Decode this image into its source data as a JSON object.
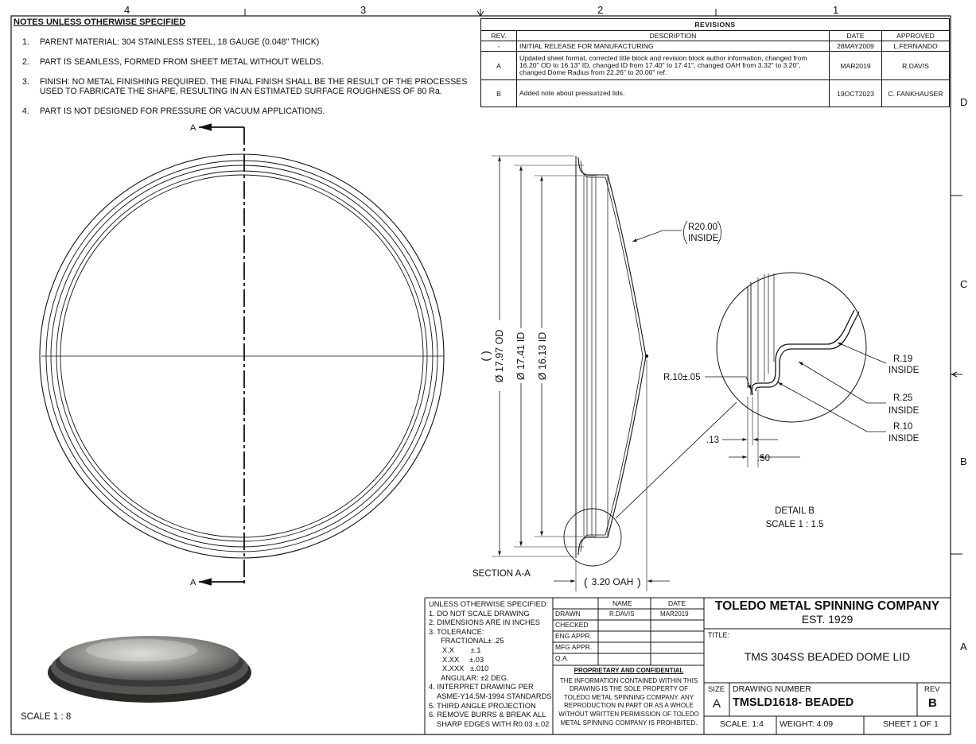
{
  "zones": {
    "top": [
      "4",
      "3",
      "2",
      "1"
    ],
    "right": [
      "D",
      "C",
      "B",
      "A"
    ]
  },
  "notes": {
    "title": "NOTES UNLESS OTHERWISE SPECIFIED",
    "items": [
      {
        "num": "1.",
        "text": "PARENT MATERIAL: 304 STAINLESS STEEL, 18 GAUGE (0.048\" THICK)"
      },
      {
        "num": "2.",
        "text": "PART IS SEAMLESS, FORMED FROM SHEET METAL WITHOUT WELDS."
      },
      {
        "num": "3.",
        "text": "FINISH: NO METAL FINISHING REQUIRED.  THE FINAL FINISH SHALL BE THE RESULT OF THE PROCESSES USED TO FABRICATE THE SHAPE, RESULTING IN AN ESTIMATED SURFACE ROUGHNESS OF 80 Ra."
      },
      {
        "num": "4.",
        "text": "PART IS NOT DESIGNED FOR PRESSURE OR VACUUM APPLICATIONS."
      }
    ]
  },
  "revisions": {
    "title": "REVISIONS",
    "headers": [
      "REV.",
      "DESCRIPTION",
      "DATE",
      "APPROVED"
    ],
    "rows": [
      {
        "rev": "-",
        "desc": "INITIAL RELEASE FOR MANUFACTURING",
        "date": "28MAY2009",
        "approved": "L.FERNANDO"
      },
      {
        "rev": "A",
        "desc": "Updated sheet format, corrected title block and revision block author information, changed from 16.20\" OD to 16.13\" ID, changed ID from 17.40\" to 17.41\", changed OAH from 3.32\" to 3.20\", changed Dome Radius from 22.26\" to 20.00\" ref.",
        "date": "MAR2019",
        "approved": "R.DAVIS"
      },
      {
        "rev": "B",
        "desc": "Added note about pressurized lids.",
        "date": "19OCT2023",
        "approved": "C. FANKHAUSER"
      }
    ]
  },
  "views": {
    "section_marker": "A",
    "section_label": "SECTION A-A",
    "front_scale": "SCALE 1 : 8",
    "dims": {
      "od": "Ø 17.97 OD",
      "id1": "Ø 17.41 ID",
      "id2": "Ø 16.13 ID",
      "radius": "R20.00",
      "radius_sub": "INSIDE",
      "oah": "3.20 OAH"
    },
    "detail": {
      "r19": "R.19",
      "r25": "R.25",
      "r10": "R.10",
      "inside": "INSIDE",
      "r10tol": "R.10±.05",
      "d13": ".13",
      "d50": ".50",
      "title": "DETAIL B",
      "scale": "SCALE 1 : 1.5"
    }
  },
  "tolerances": [
    "UNLESS OTHERWISE SPECIFIED:",
    "1. DO NOT SCALE DRAWING",
    "2. DIMENSIONS ARE IN INCHES",
    "3. TOLERANCE:",
    "FRACTIONAL± .25",
    "X.X        ±.1",
    "X.XX     ±.03",
    "X.XXX   ±.010",
    "ANGULAR: ±2 DEG.",
    "4. INTERPRET DRAWING PER",
    "ASME-Y14.5M-1994 STANDARDS",
    "5. THIRD ANGLE PROJECTION",
    "6. REMOVE BURRS & BREAK ALL",
    "SHARP EDGES WITH R0.03 ±.02"
  ],
  "approvals": {
    "headers": [
      "",
      "NAME",
      "DATE"
    ],
    "rows": [
      [
        "DRAWN",
        "R.DAVIS",
        "MAR2019"
      ],
      [
        "CHECKED",
        "",
        ""
      ],
      [
        "ENG APPR.",
        "",
        ""
      ],
      [
        "MFG APPR.",
        "",
        ""
      ],
      [
        "Q.A.",
        "",
        ""
      ]
    ]
  },
  "proprietary": {
    "title": "PROPRIETARY AND CONFIDENTIAL",
    "lines": [
      "THE INFORMATION CONTAINED WITHIN THIS",
      "DRAWING IS THE SOLE PROPERTY OF",
      "TOLEDO METAL SPINNING COMPANY.  ANY",
      "REPRODUCTION IN PART OR AS A WHOLE",
      "WITHOUT WRITTEN PERMISSION OF TOLEDO",
      "METAL SPINNING COMPANY IS PROHIBITED."
    ]
  },
  "titleblock": {
    "company": "TOLEDO METAL SPINNING COMPANY",
    "est": "EST. 1929",
    "title_label": "TITLE:",
    "title": "TMS 304SS BEADED DOME LID",
    "size_label": "SIZE",
    "size": "A",
    "dwg_label": "DRAWING NUMBER",
    "dwg": "TMSLD1618- BEADED",
    "rev_label": "REV",
    "rev": "B",
    "scale": "SCALE: 1:4",
    "weight": "WEIGHT: 4.09",
    "sheet": "SHEET 1 OF 1"
  }
}
